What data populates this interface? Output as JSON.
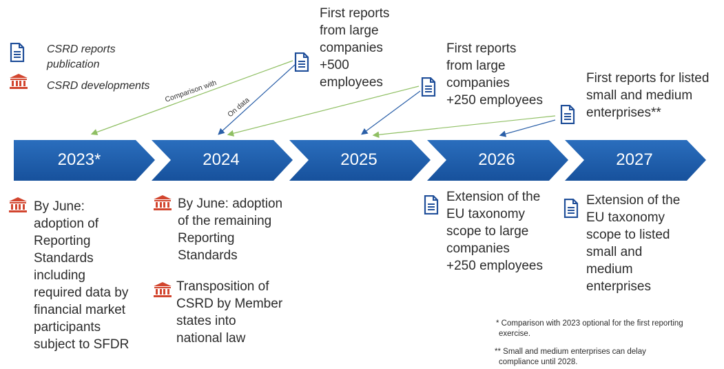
{
  "legend": {
    "reports_label_line1": "CSRD reports",
    "reports_label_line2": "publication",
    "developments_label": "CSRD developments"
  },
  "timeline": {
    "years": [
      "2023*",
      "2024",
      "2025",
      "2026",
      "2027"
    ]
  },
  "arrow_labels": {
    "comparison": "Comparison with",
    "on_data": "On data"
  },
  "top_events": {
    "event_2025": [
      "First reports",
      "from large",
      "companies",
      "+500",
      "employees"
    ],
    "event_2026": [
      "First reports",
      "from large",
      "companies",
      "+250 employees"
    ],
    "event_2027": [
      "First reports for listed",
      "small and medium",
      "enterprises**"
    ]
  },
  "bottom_events": {
    "col_2023": [
      "By June:",
      "adoption of",
      "Reporting",
      "Standards",
      "including",
      "required data by",
      "financial market",
      "participants",
      "subject to SFDR"
    ],
    "col_2024_a": [
      "By June: adoption",
      "of the remaining",
      "Reporting",
      "Standards"
    ],
    "col_2024_b": [
      "Transposition of",
      "CSRD by Member",
      "states into",
      "national law"
    ],
    "col_2026": [
      "Extension of the",
      "EU taxonomy",
      "scope to large",
      "companies",
      "+250 employees"
    ],
    "col_2027": [
      "Extension of the",
      "EU taxonomy",
      "scope to listed",
      "small and",
      "medium",
      "enterprises"
    ]
  },
  "footnotes": {
    "note1_line1": "* Comparison with 2023 optional for the first reporting",
    "note1_line2": "exercise.",
    "note2_line1": "** Small and medium enterprises  can delay",
    "note2_line2": "compliance until 2028."
  },
  "colors": {
    "chevron": "#1d5ba8",
    "document_icon": "#1f4e99",
    "institution_icon": "#d2452e",
    "green_arrow": "#8fbf63",
    "blue_arrow": "#2a5fa8"
  }
}
